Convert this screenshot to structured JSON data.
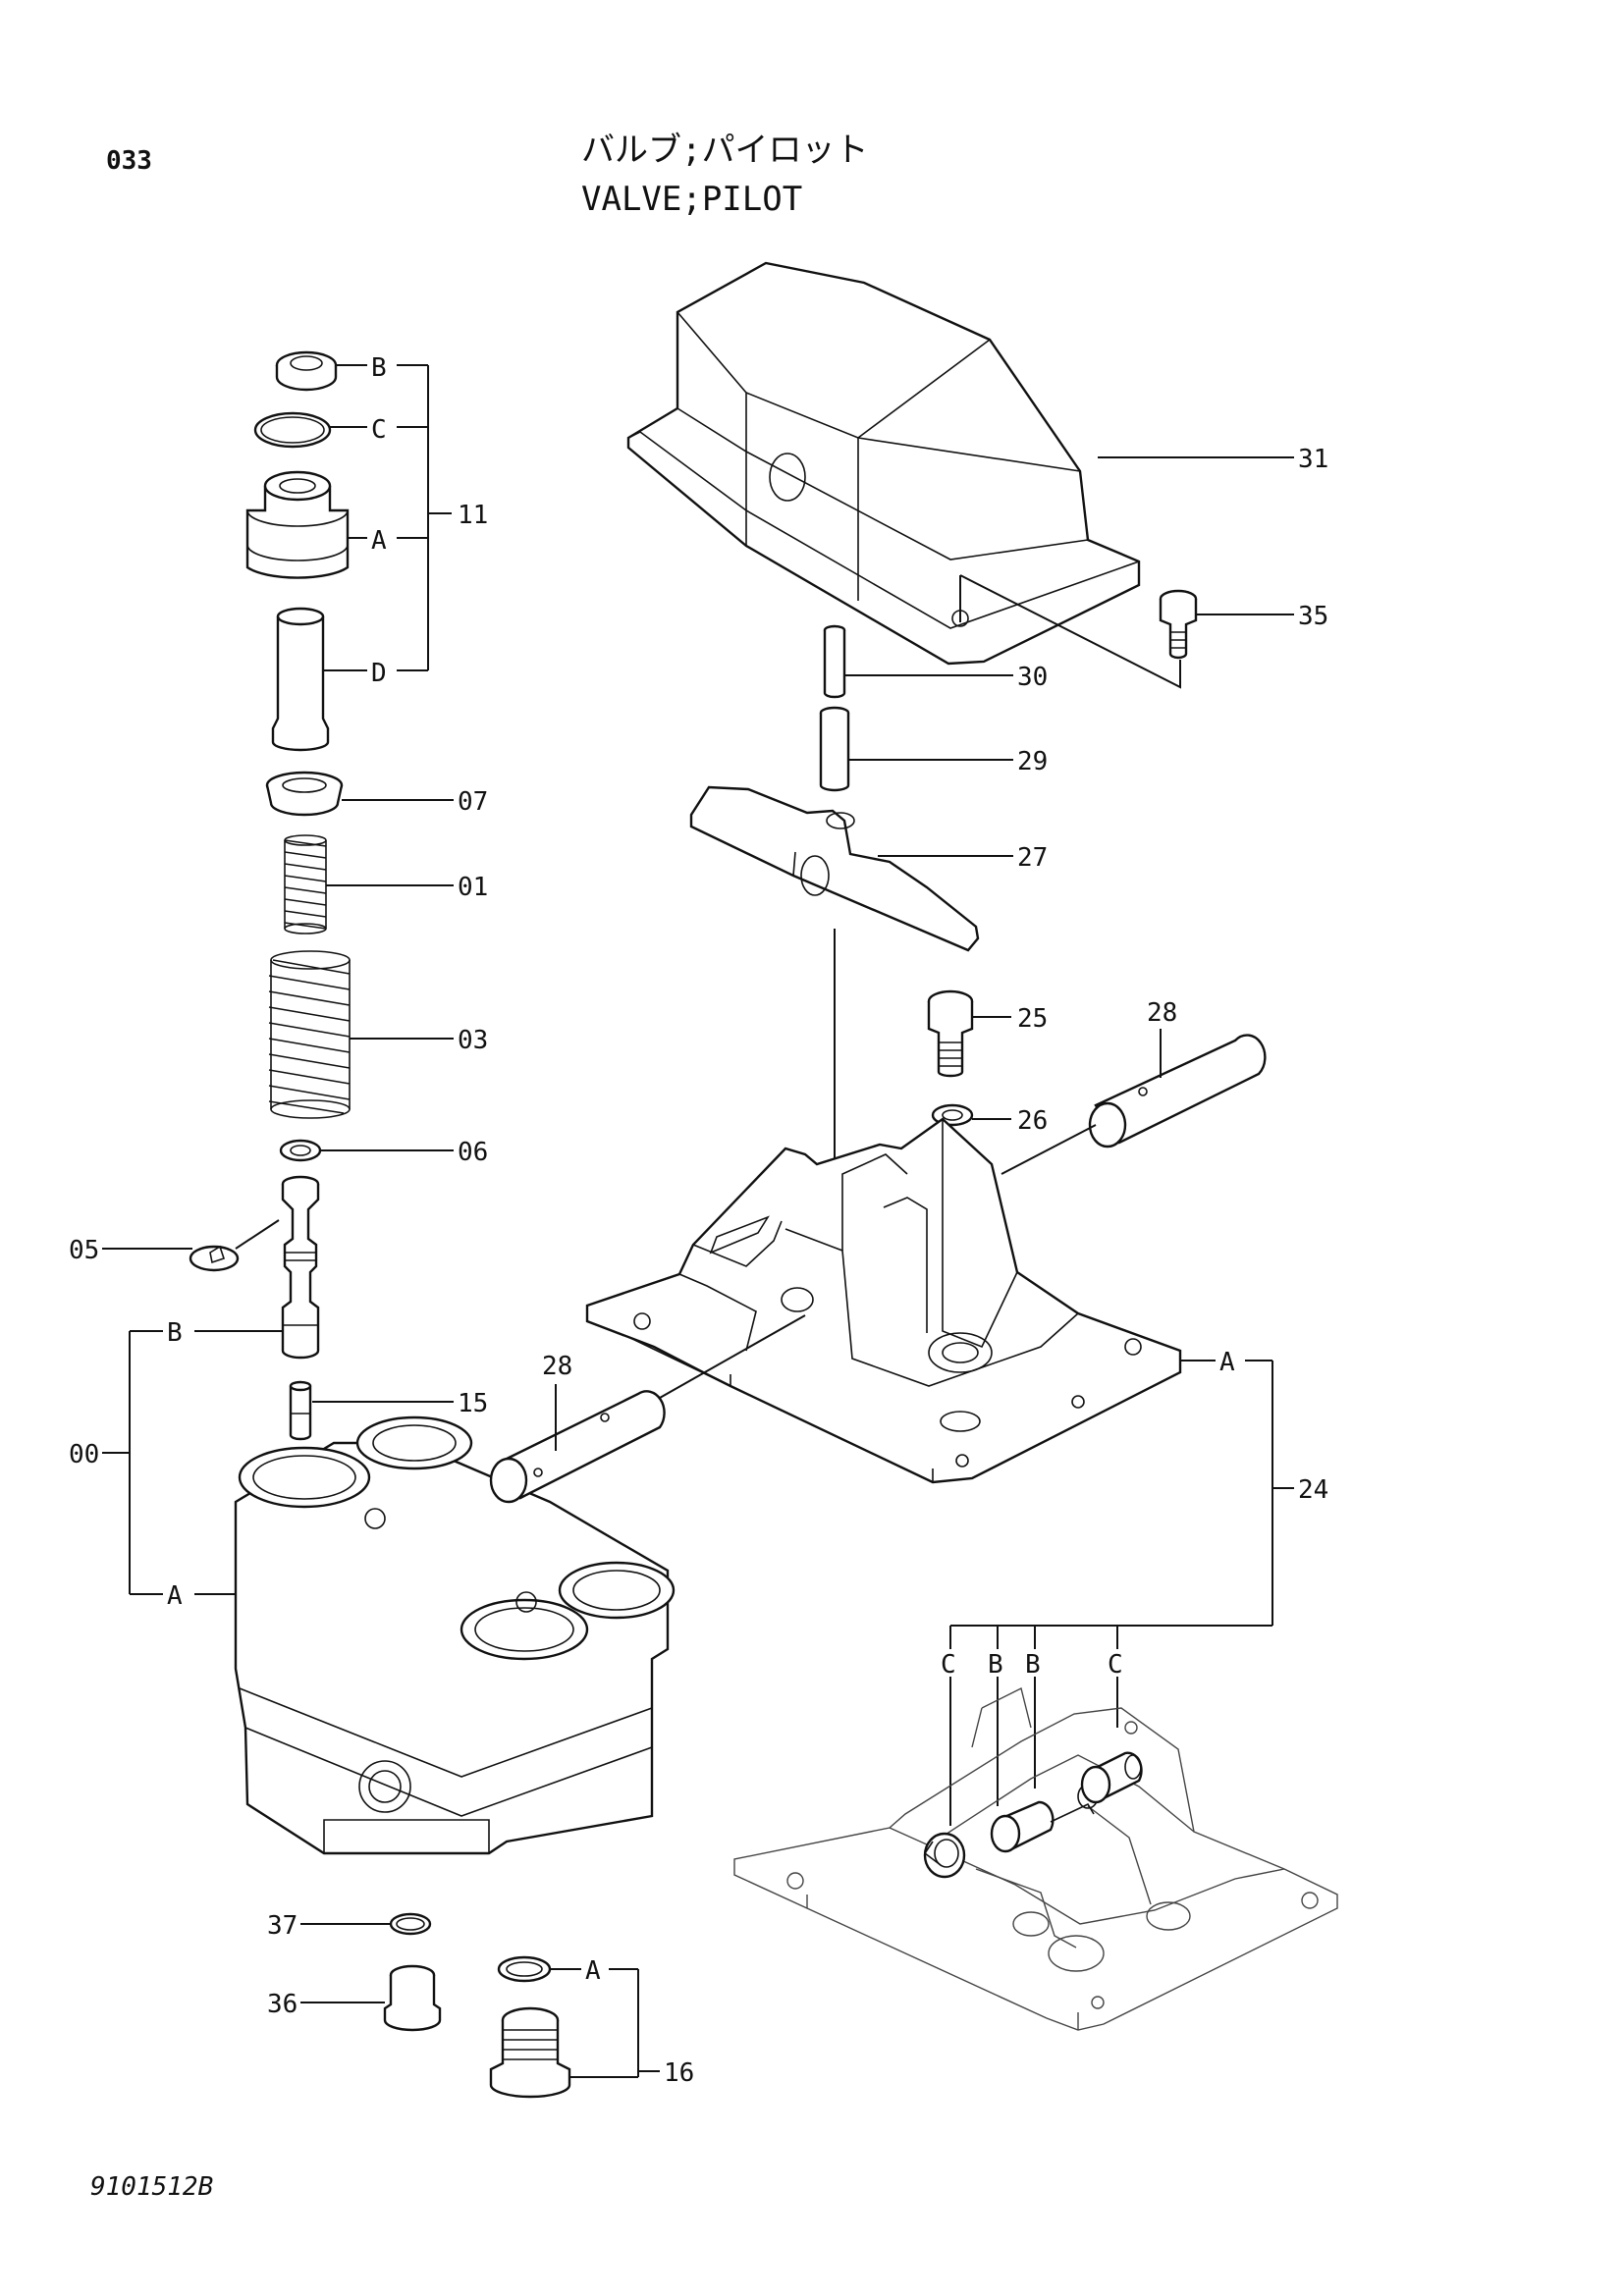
{
  "header": {
    "page_code": "033",
    "title_jp": "バルブ;パイロット",
    "title_en": "VALVE;PILOT"
  },
  "footer": {
    "drawing_number": "9101512B"
  },
  "callouts": {
    "p00": "00",
    "p01": "01",
    "p03": "03",
    "p05": "05",
    "p06": "06",
    "p07": "07",
    "p11": "11",
    "p15": "15",
    "p16": "16",
    "p24": "24",
    "p25": "25",
    "p26": "26",
    "p27": "27",
    "p28a": "28",
    "p28b": "28",
    "p29": "29",
    "p30": "30",
    "p31": "31",
    "p35": "35",
    "p36": "36",
    "p37": "37"
  },
  "sub_labels": {
    "k11_b": "B",
    "k11_c": "C",
    "k11_a": "A",
    "k11_d": "D",
    "k00_b": "B",
    "k00_a": "A",
    "k24_a": "A",
    "k24_c1": "C",
    "k24_b1": "B",
    "k24_b2": "B",
    "k24_c2": "C",
    "k16_a": "A"
  },
  "colors": {
    "ink": "#111111",
    "paper": "#ffffff"
  }
}
